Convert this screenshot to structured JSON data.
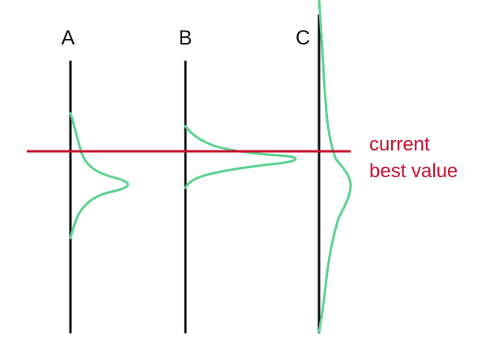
{
  "diagram": {
    "labels": {
      "a": "A",
      "b": "B",
      "c": "C"
    },
    "annotation": {
      "line1": "current",
      "line2": "best value"
    }
  },
  "colors": {
    "axis": "#111111",
    "distribution_curve": "#5dd28f",
    "current_best_line": "#c8102e",
    "annotation_text": "#c8102e",
    "background": "#ffffff"
  }
}
